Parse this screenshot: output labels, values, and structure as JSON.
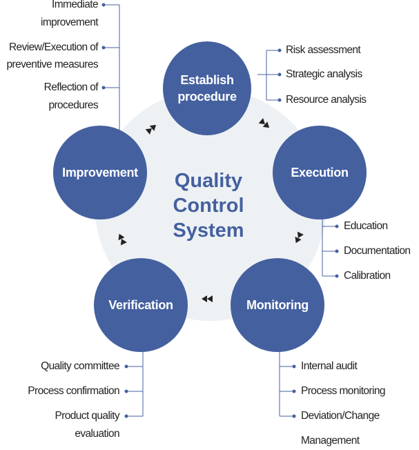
{
  "center": {
    "line1": "Quality",
    "line2": "Control",
    "line3": "System"
  },
  "nodes": {
    "establish": {
      "label": "Establish procedure"
    },
    "execution": {
      "label": "Execution"
    },
    "monitoring": {
      "label": "Monitoring"
    },
    "verification": {
      "label": "Verification"
    },
    "improvement": {
      "label": "Improvement"
    }
  },
  "establish_items": [
    "Risk assessment",
    "Strategic analysis",
    "Resource analysis"
  ],
  "execution_items": [
    "Education",
    "Documentation",
    "Calibration"
  ],
  "monitoring_items": [
    "Internal audit",
    "Process monitoring",
    "Deviation/Change",
    "Management"
  ],
  "verification_items": [
    "Quality committee",
    "Process confirmation",
    "Product quality",
    "evaluation"
  ],
  "improvement_items": [
    "Immediate",
    "improvement",
    "Review/Execution of",
    "preventive measures",
    "Reflection of",
    "procedures"
  ],
  "colors": {
    "node": "#44609f",
    "ring": "#eef1f4",
    "line": "#44609f"
  }
}
